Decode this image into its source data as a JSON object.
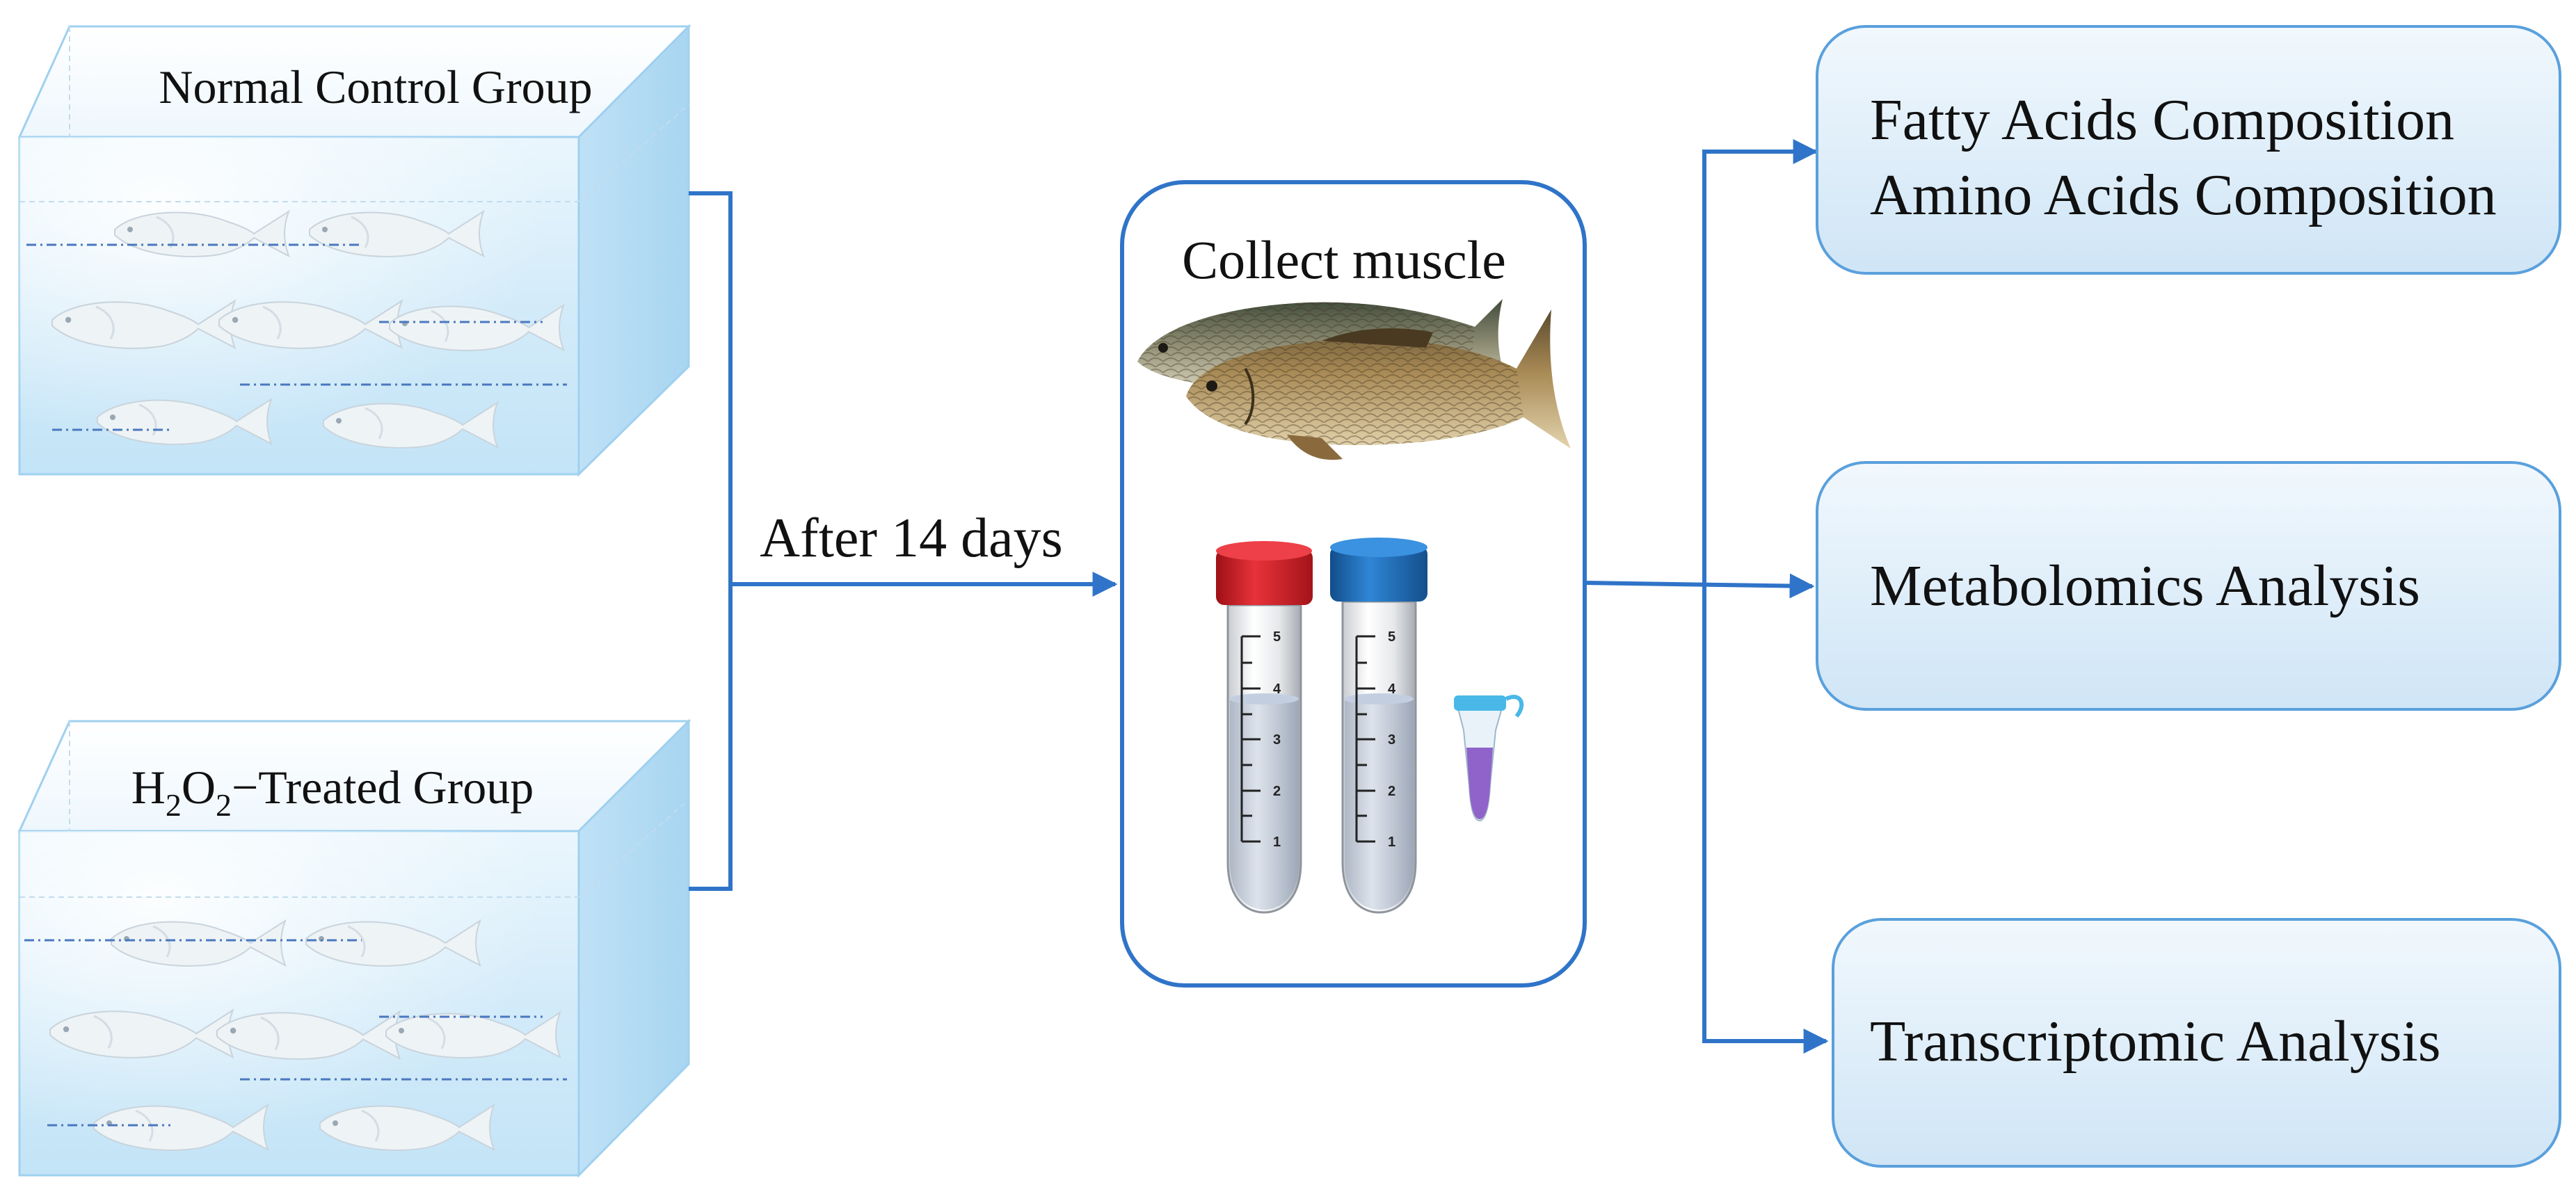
{
  "groups": {
    "control": {
      "label": "Normal Control Group"
    },
    "treated": {
      "label_prefix": "H",
      "sub1": "2",
      "mid": "O",
      "sub2": "2",
      "label_suffix": "−Treated Group"
    }
  },
  "flow": {
    "duration_label": "After 14 days"
  },
  "center": {
    "title": "Collect muscle",
    "tube_ticks": [
      "5",
      "4",
      "3",
      "2",
      "1"
    ]
  },
  "analyses": {
    "box1": {
      "line1": "Fatty Acids Composition",
      "line2": "Amino Acids Composition"
    },
    "box2": {
      "line1": "Metabolomics Analysis"
    },
    "box3": {
      "line1": "Transcriptomic Analysis"
    }
  },
  "colors": {
    "arrow": "#2f74c8",
    "tank_face": "#d6ecfa",
    "box_fill": "#dcecf8",
    "box_border": "#5aa0dc",
    "cap_red": "#d71d24",
    "cap_blue": "#1f6fbf"
  },
  "icons": [
    "fish-icon",
    "carp-fish-icon",
    "centrifuge-tube-icon",
    "microtube-icon"
  ]
}
